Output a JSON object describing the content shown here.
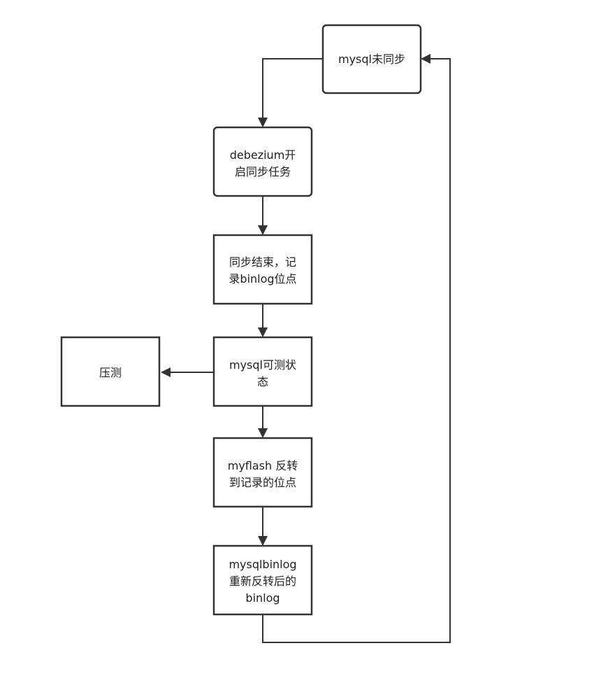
{
  "nodes": {
    "mysql_not_synced": {
      "lines": [
        "mysql未同步"
      ]
    },
    "debezium_start_sync": {
      "lines": [
        "debezium开",
        "启同步任务"
      ]
    },
    "sync_end_record": {
      "lines": [
        "同步结束，记",
        "录binlog位点"
      ]
    },
    "mysql_testable": {
      "lines": [
        "mysql可测状",
        "态"
      ]
    },
    "stress_test": {
      "lines": [
        "压测"
      ]
    },
    "myflash_reverse": {
      "lines": [
        "myflash 反转",
        "到记录的位点"
      ]
    },
    "mysqlbinlog_replay": {
      "lines": [
        "mysqlbinlog",
        "重新反转后的",
        "binlog"
      ]
    }
  }
}
